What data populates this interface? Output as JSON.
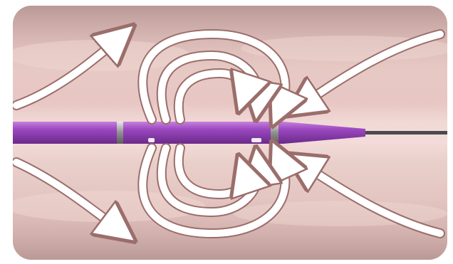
{
  "image": {
    "subject": "",
    "colors": {
      "vessel_wall": "#caa8a6",
      "lumen": "#f2dbd8",
      "catheter": "#8e3fb0",
      "catheter_highlight": "#c07ad6",
      "band": "#9a9a9a",
      "guidewire": "#4a4a4a",
      "arrow_fill": "#ffffff",
      "arrow_outline": "#9b6e6b"
    },
    "icons": [
      "catheter",
      "guidewire",
      "flow-arrow"
    ]
  }
}
